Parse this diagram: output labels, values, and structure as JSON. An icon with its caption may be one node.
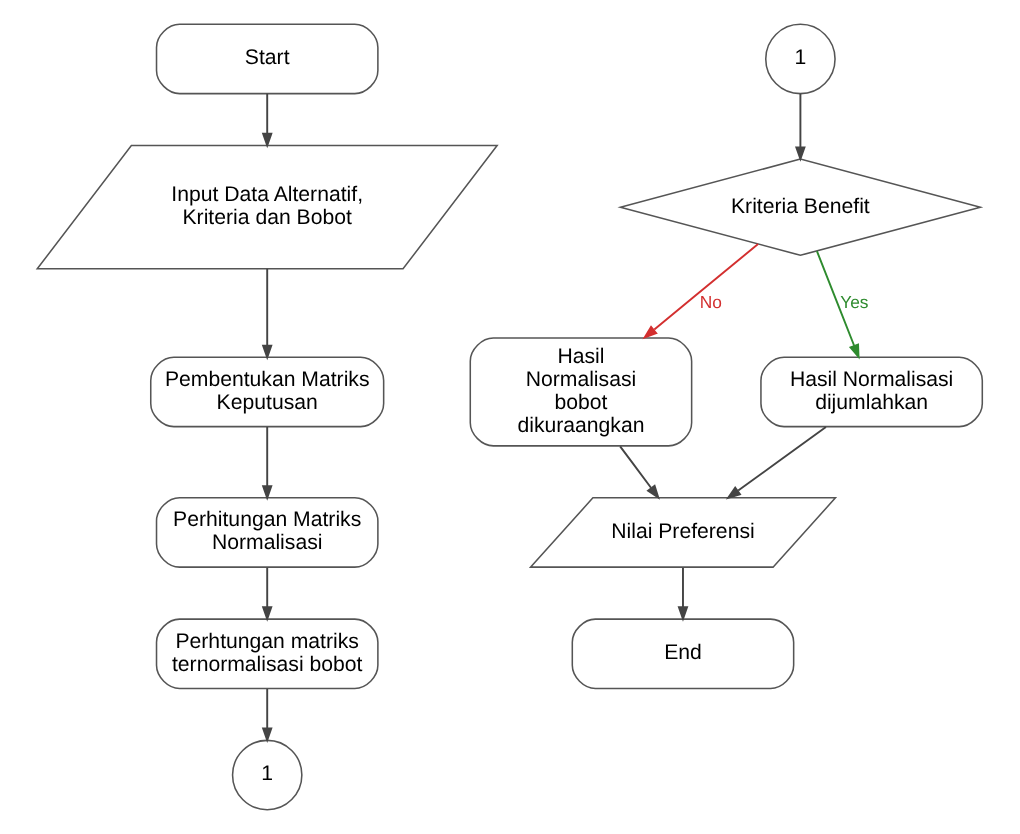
{
  "diagram": {
    "nodes": [
      {
        "text": [
          "Start"
        ]
      },
      {
        "text": [
          "Input Data Alternatif, Kriteria dan Bobot"
        ]
      },
      {
        "text": [
          "Pembentukan Matriks Keputusan"
        ]
      },
      {
        "text": [
          "Perhitungan Matriks Normalisasi"
        ]
      },
      {
        "text": [
          "Perhtungan matriks ternormalisasi bobot"
        ]
      },
      {
        "text": [
          "1"
        ]
      },
      {
        "text": [
          "1"
        ]
      },
      {
        "text": [
          "Kriteria Benefit"
        ]
      },
      {
        "text": [
          "Hasil Normalisasi bobot dikuraangkan"
        ]
      },
      {
        "text": [
          "Hasil Normalisasi dijumlahkan"
        ]
      },
      {
        "text": [
          "Nilai Preferensi"
        ]
      },
      {
        "text": [
          "End"
        ]
      }
    ],
    "edges": [
      {
        "from": 0,
        "to": 1,
        "arrow": "to"
      },
      {
        "from": 1,
        "to": 2,
        "arrow": "to"
      },
      {
        "from": 2,
        "to": 3,
        "arrow": "to"
      },
      {
        "from": 3,
        "to": 4,
        "arrow": "to"
      },
      {
        "from": 4,
        "to": 5,
        "arrow": "to"
      },
      {
        "from": 6,
        "to": 7,
        "arrow": "to"
      },
      {
        "from": 7,
        "to": 8,
        "arrow": "to",
        "label": "No",
        "color": "#d32f2f"
      },
      {
        "from": 7,
        "to": 9,
        "arrow": "to",
        "label": "Yes",
        "color": "#2e8b2e"
      },
      {
        "from": 9,
        "to": 10,
        "arrow": "to"
      },
      {
        "from": 8,
        "to": 10,
        "arrow": "to"
      },
      {
        "from": 10,
        "to": 11,
        "arrow": "to"
      }
    ]
  }
}
